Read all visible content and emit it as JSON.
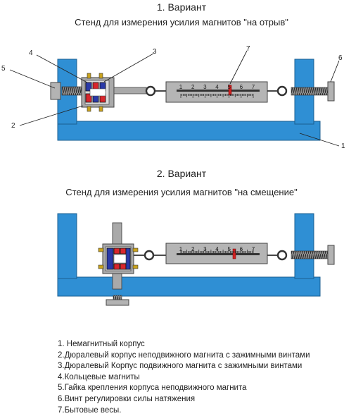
{
  "variant1": {
    "title": "1. Вариант",
    "subtitle": "Стенд для измерения усилия магнитов \"на отрыв\"",
    "callouts": [
      "1",
      "2",
      "3",
      "4",
      "5",
      "6",
      "7"
    ]
  },
  "variant2": {
    "title": "2. Вариант",
    "subtitle": "Стенд для измерения усилия магнитов \"на смещение\""
  },
  "scale_numbers": [
    "1",
    "2",
    "3",
    "4",
    "5",
    "6",
    "7"
  ],
  "legend": [
    "1. Немагнитный корпус",
    "2.Дюралевый корпус неподвижного магнита с зажимными винтами",
    "3.Дюралевый Корпус подвижного магнита с зажимными винтами",
    "4.Кольцевые магниты",
    "5.Гайка крепления корпуса неподвижного магнита",
    "6.Винт регулировки силы натяжения",
    "7.Бытовые весы."
  ],
  "colors": {
    "frame": "#2f8fd4",
    "housing": "#a9a9a9",
    "magnet_red": "#d8262c",
    "magnet_blue": "#2a3aa8",
    "marker": "#d02020"
  }
}
